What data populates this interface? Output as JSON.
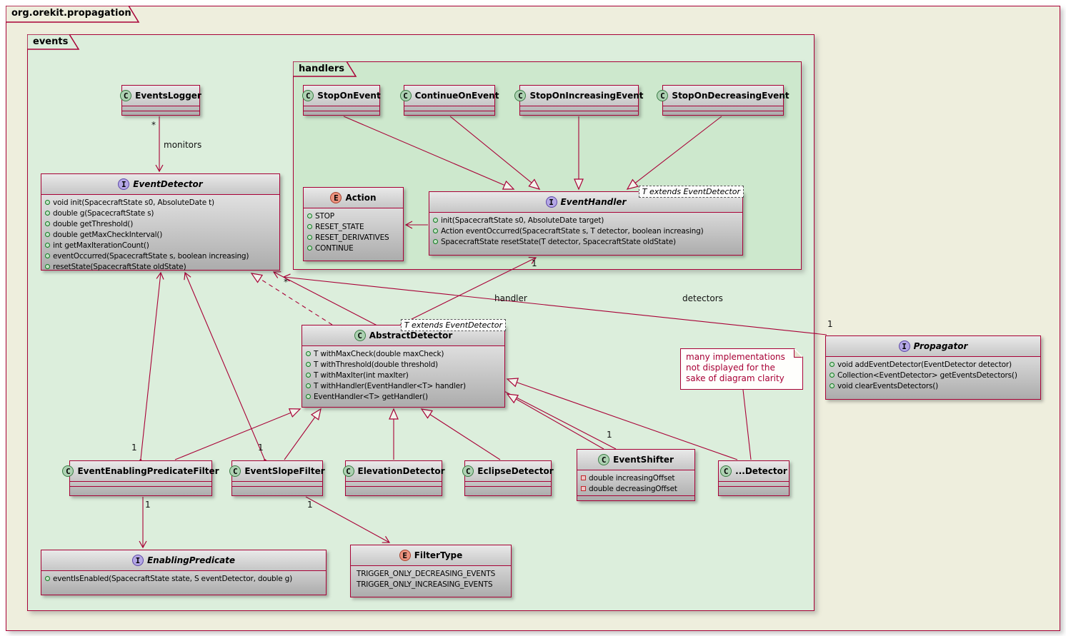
{
  "packages": {
    "outer_label": "org.orekit.propagation",
    "events_label": "events",
    "handlers_label": "handlers"
  },
  "colors": {
    "line": "#A80036",
    "outer_package_bg": "#EEEEDD",
    "events_package_bg": "#DCEEDC",
    "handlers_package_bg": "#CDE8CD",
    "class_icon_bg": "#ADD1B2",
    "interface_icon_bg": "#B4A7E5",
    "enum_icon_bg": "#EB937F"
  },
  "icon_letters": {
    "class": "C",
    "interface": "I",
    "enum": "E"
  },
  "classes": {
    "events_logger": {
      "name": "EventsLogger"
    },
    "stop_on_event": {
      "name": "StopOnEvent"
    },
    "continue_on_event": {
      "name": "ContinueOnEvent"
    },
    "stop_on_increasing_event": {
      "name": "StopOnIncreasingEvent"
    },
    "stop_on_decreasing_event": {
      "name": "StopOnDecreasingEvent"
    },
    "action": {
      "name": "Action",
      "values": [
        "STOP",
        "RESET_STATE",
        "RESET_DERIVATIVES",
        "CONTINUE"
      ]
    },
    "event_handler": {
      "name": "EventHandler",
      "generic": "T extends EventDetector",
      "methods": [
        "init(SpacecraftState s0, AbsoluteDate target)",
        "Action eventOccurred(SpacecraftState s, T detector, boolean increasing)",
        "SpacecraftState resetState(T detector, SpacecraftState oldState)"
      ]
    },
    "event_detector": {
      "name": "EventDetector",
      "methods": [
        "void init(SpacecraftState s0, AbsoluteDate t)",
        "double g(SpacecraftState s)",
        "double getThreshold()",
        "double getMaxCheckInterval()",
        "int getMaxIterationCount()",
        "eventOccurred(SpacecraftState s, boolean increasing)",
        "resetState(SpacecraftState oldState)"
      ]
    },
    "abstract_detector": {
      "name": "AbstractDetector",
      "generic": "T extends EventDetector",
      "methods": [
        "T withMaxCheck(double maxCheck)",
        "T withThreshold(double threshold)",
        "T withMaxIter(int maxIter)",
        "T withHandler(EventHandler<T> handler)",
        "EventHandler<T> getHandler()"
      ]
    },
    "event_enabling_predicate_filter": {
      "name": "EventEnablingPredicateFilter"
    },
    "event_slope_filter": {
      "name": "EventSlopeFilter"
    },
    "elevation_detector": {
      "name": "ElevationDetector"
    },
    "eclipse_detector": {
      "name": "EclipseDetector"
    },
    "event_shifter": {
      "name": "EventShifter",
      "fields": [
        "double increasingOffset",
        "double decreasingOffset"
      ]
    },
    "other_detector": {
      "name": "...Detector"
    },
    "enabling_predicate": {
      "name": "EnablingPredicate",
      "methods": [
        "eventIsEnabled(SpacecraftState state, S eventDetector, double g)"
      ]
    },
    "filter_type": {
      "name": "FilterType",
      "values": [
        "TRIGGER_ONLY_DECREASING_EVENTS",
        "TRIGGER_ONLY_INCREASING_EVENTS"
      ]
    },
    "propagator": {
      "name": "Propagator",
      "methods": [
        "void addEventDetector(EventDetector detector)",
        "Collection<EventDetector> getEventsDetectors()",
        "void clearEventsDetectors()"
      ]
    }
  },
  "note": {
    "line1": "many implementations",
    "line2": "not displayed for the",
    "line3": "sake of diagram clarity"
  },
  "edges": {
    "monitors_label": "monitors",
    "monitors_mult": "*",
    "handler_label": "handler",
    "handler_mult": "1",
    "detectors_label": "detectors",
    "detectors_mult_star": "*",
    "detectors_mult_one": "1",
    "predicate_filter_detector_mult": "1",
    "slope_filter_detector_mult": "1",
    "shifter_detector_mult": "1",
    "enabling_predicate_mult": "1",
    "filter_type_mult": "1"
  }
}
